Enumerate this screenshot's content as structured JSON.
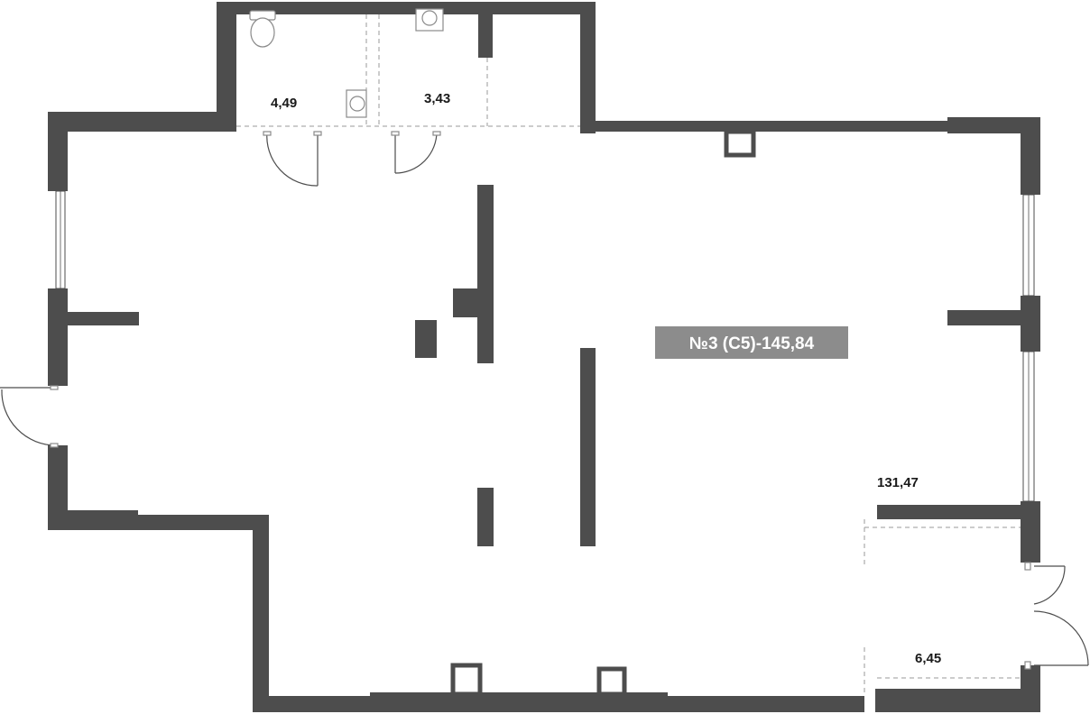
{
  "unit_badge": {
    "text": "№3 (С5)-145,84",
    "background": "#8c8c8c",
    "text_color": "#ffffff"
  },
  "rooms": [
    {
      "id": "wc-1",
      "area": "4,49"
    },
    {
      "id": "wc-2",
      "area": "3,43"
    },
    {
      "id": "main-hall",
      "area": "131,47"
    },
    {
      "id": "vestibule",
      "area": "6,45"
    }
  ],
  "colors": {
    "wall": "#4d4d4d",
    "background": "#ffffff",
    "dashed": "#9a9a9a"
  },
  "icons": [
    "toilet-icon",
    "sink-icon",
    "door-swing-icon",
    "window-icon",
    "column-icon"
  ]
}
